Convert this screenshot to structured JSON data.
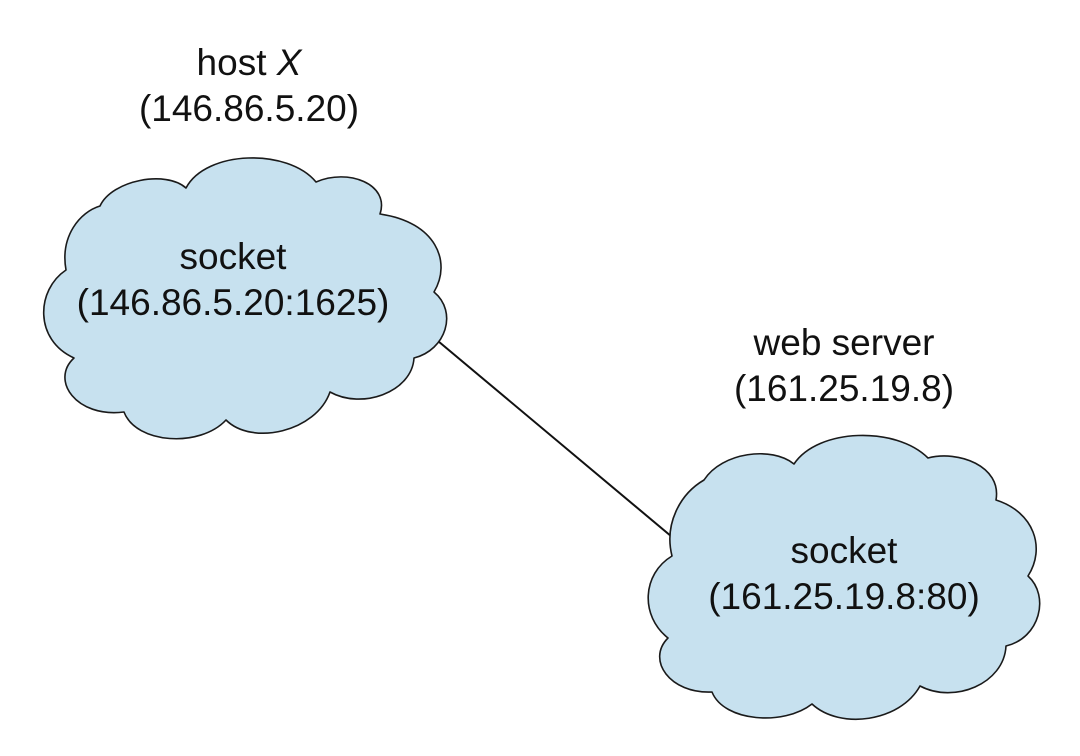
{
  "colors": {
    "cloud_fill": "#c7e1ef",
    "outline": "#1a1a1a"
  },
  "host_x": {
    "name_prefix": "host ",
    "name_italic": "X",
    "address": "(146.86.5.20)",
    "socket_label": "socket",
    "socket_address": "(146.86.5.20:1625)"
  },
  "web_server": {
    "name": "web server",
    "address": "(161.25.19.8)",
    "socket_label": "socket",
    "socket_address": "(161.25.19.8:80)"
  }
}
